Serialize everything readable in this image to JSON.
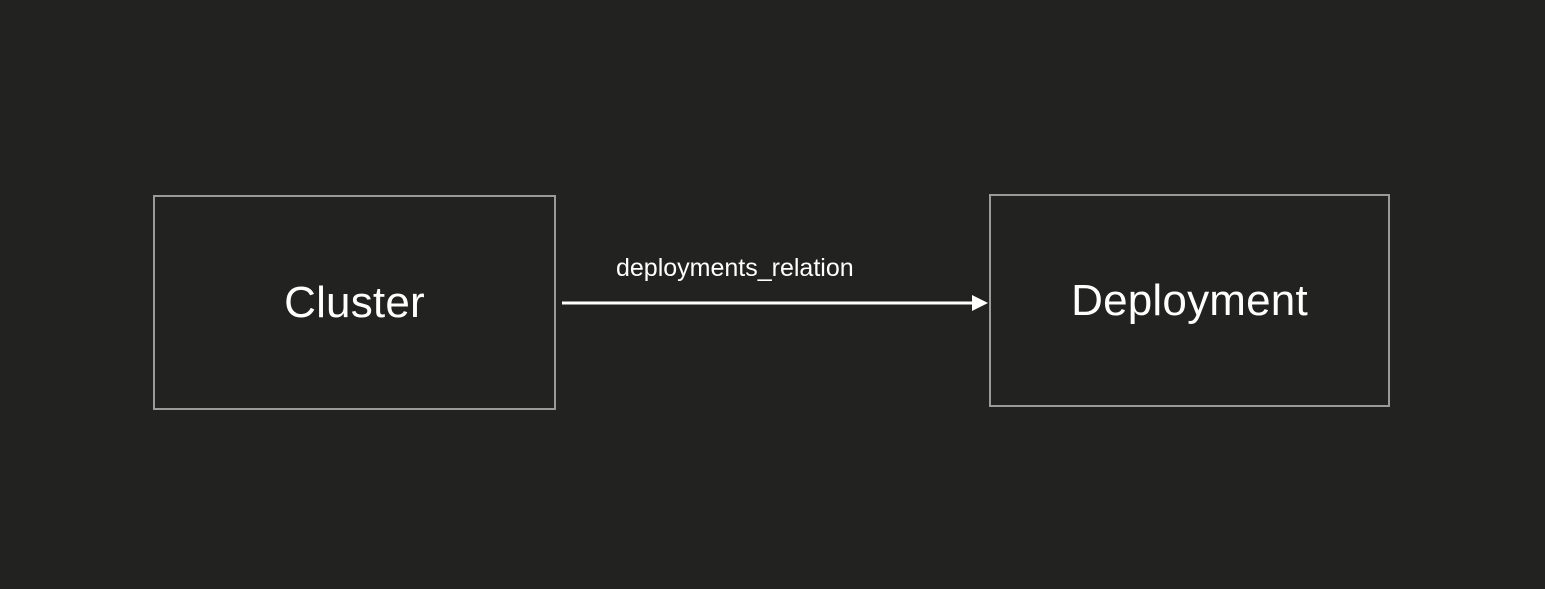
{
  "diagram": {
    "background_color": "#222220",
    "node_border_color": "#9a9a9a",
    "edge_color": "#ffffff",
    "text_color": "#ffffff",
    "nodes": [
      {
        "id": "cluster",
        "label": "Cluster"
      },
      {
        "id": "deployment",
        "label": "Deployment"
      }
    ],
    "edges": [
      {
        "id": "deployments_relation",
        "label": "deployments_relation",
        "from": "Cluster",
        "to": "Deployment",
        "direction": "forward",
        "arrowhead": "solid-triangle"
      }
    ]
  }
}
